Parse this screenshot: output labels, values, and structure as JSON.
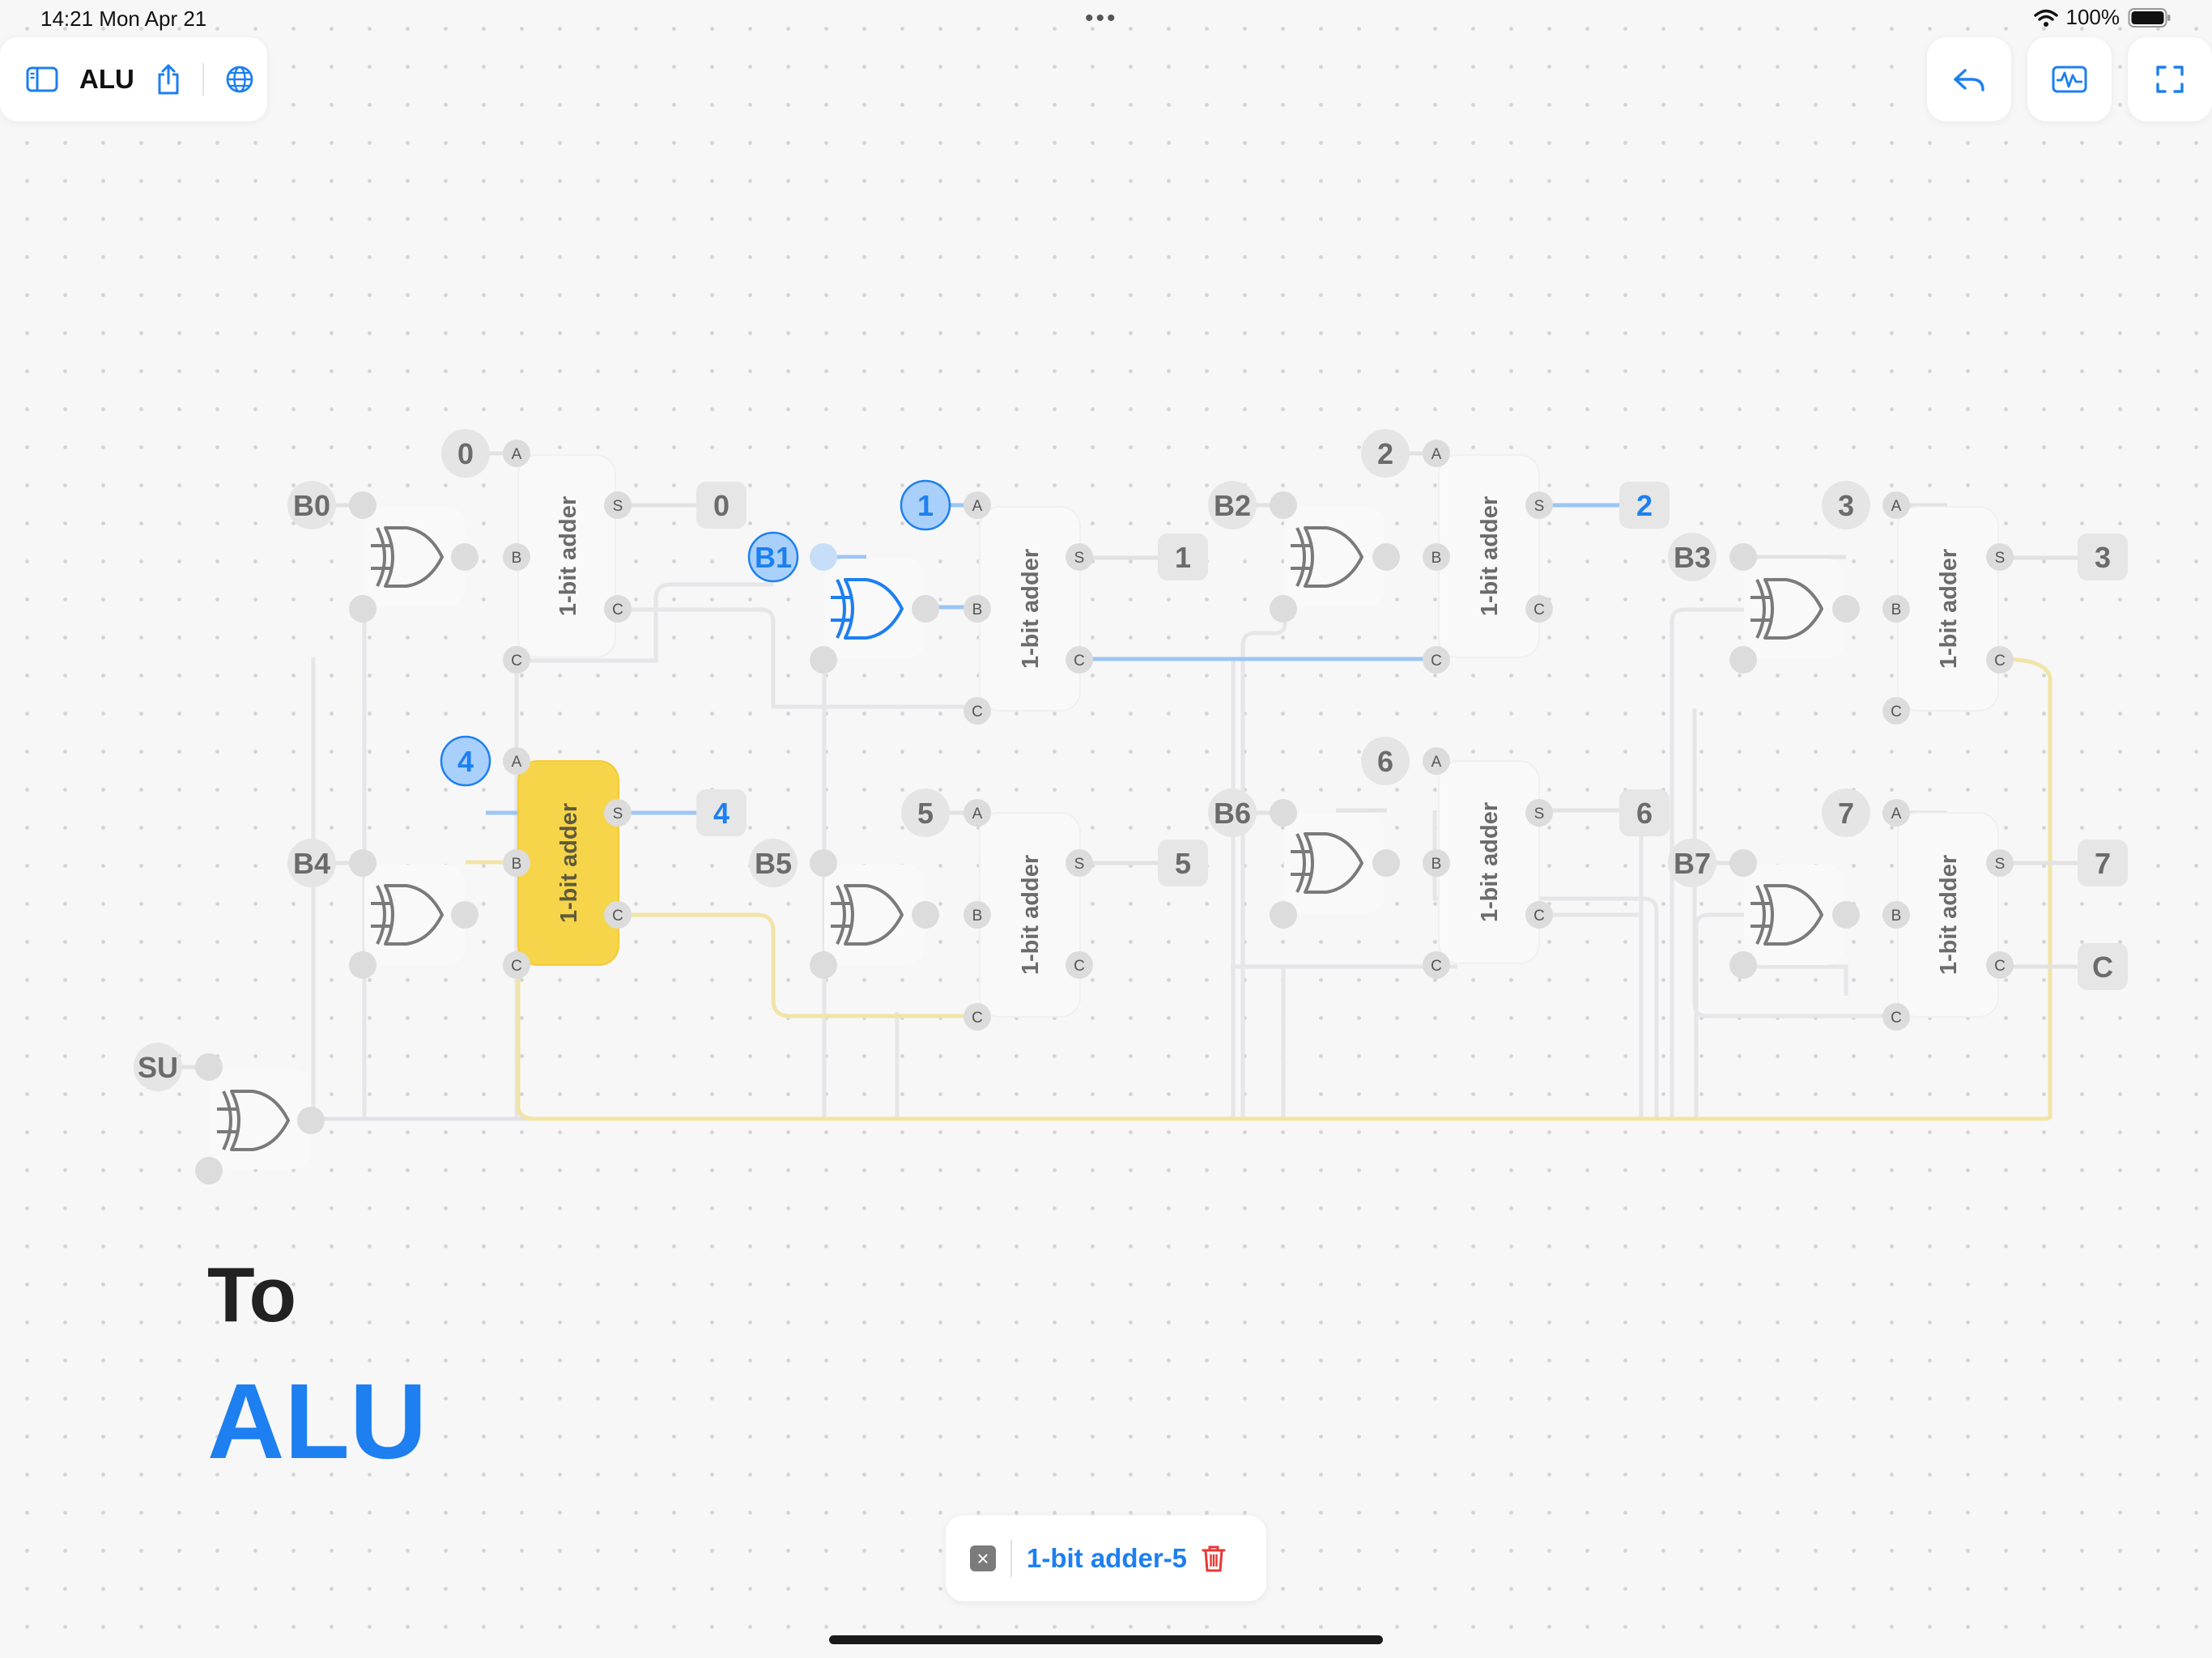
{
  "status_bar": {
    "time": "14:21  Mon Apr 21",
    "battery": "100%"
  },
  "toolbar": {
    "title": "ALU"
  },
  "inputs": {
    "b0": "B0",
    "b1": "B1",
    "b2": "B2",
    "b3": "B3",
    "b4": "B4",
    "b5": "B5",
    "b6": "B6",
    "b7": "B7",
    "su": "SU"
  },
  "a_inputs": {
    "a0": "0",
    "a1": "1",
    "a2": "2",
    "a3": "3",
    "a4": "4",
    "a5": "5",
    "a6": "6",
    "a7": "7"
  },
  "outputs": {
    "s0": "0",
    "s1": "1",
    "s2": "2",
    "s3": "3",
    "s4": "4",
    "s5": "5",
    "s6": "6",
    "s7": "7",
    "carry": "C"
  },
  "adder_label": "1-bit adder",
  "pins": {
    "a": "A",
    "b": "B",
    "c": "C",
    "s": "S"
  },
  "heading": {
    "line1": "To",
    "line2": "ALU"
  },
  "selection": {
    "name": "1-bit adder-5"
  },
  "colors": {
    "accent": "#1d7ff0",
    "selected_adder": "#f7d54a",
    "wire": "#e7e7e9",
    "active_wire": "#9cc6f4",
    "carry_wire": "#f3e4a6",
    "delete": "#e53935"
  },
  "icons": {
    "sidebar": "sidebar-icon",
    "share": "share-icon",
    "globe": "globe-icon",
    "undo": "undo-icon",
    "waveform": "waveform-icon",
    "fullscreen": "fullscreen-icon",
    "delete": "trash-icon",
    "close": "close-icon"
  }
}
